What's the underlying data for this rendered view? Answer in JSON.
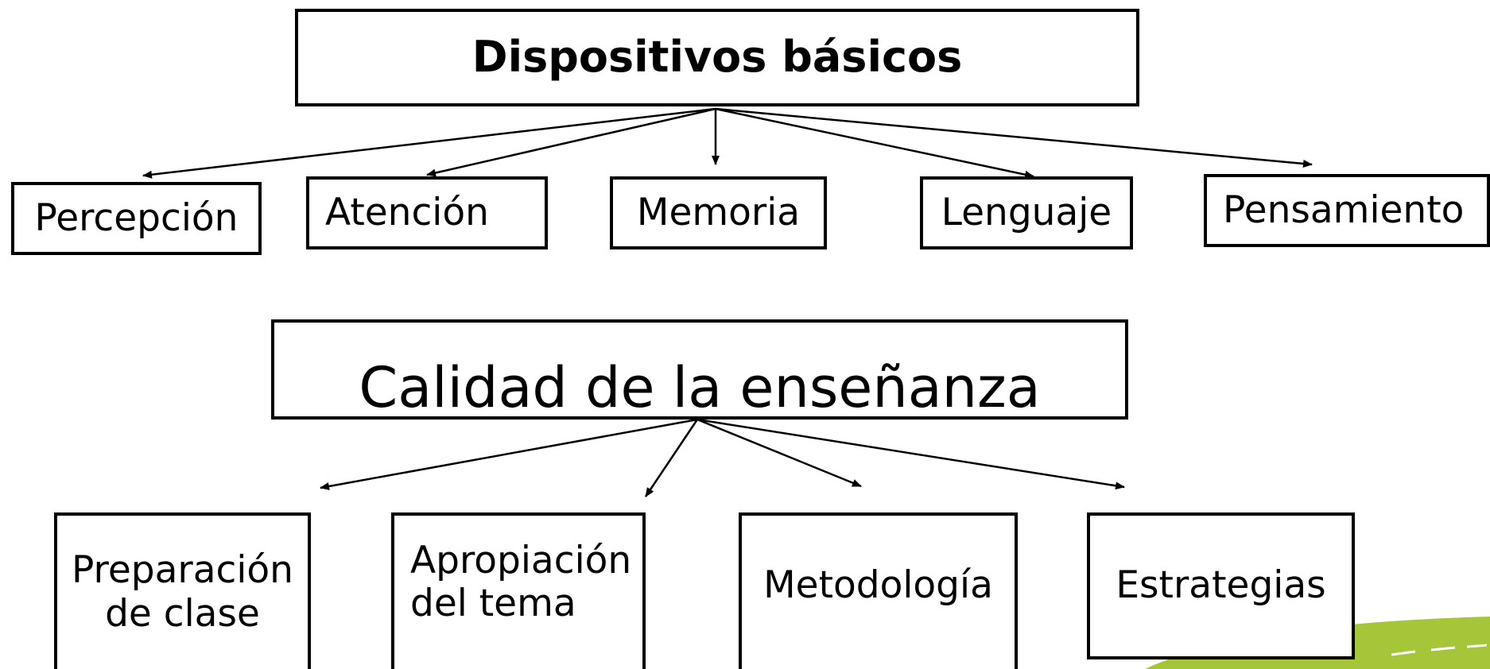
{
  "diagram1": {
    "title": "Dispositivos básicos",
    "children": [
      "Percepción",
      "Atención",
      "Memoria",
      "Lenguaje",
      "Pensamiento"
    ]
  },
  "diagram2": {
    "title": "Calidad de la enseñanza",
    "children": [
      "Preparación de clase",
      "Apropiación del tema",
      "Metodología",
      "Estrategias"
    ]
  },
  "colors": {
    "box_border": "#000000",
    "decor_green": "#a6c63a"
  }
}
